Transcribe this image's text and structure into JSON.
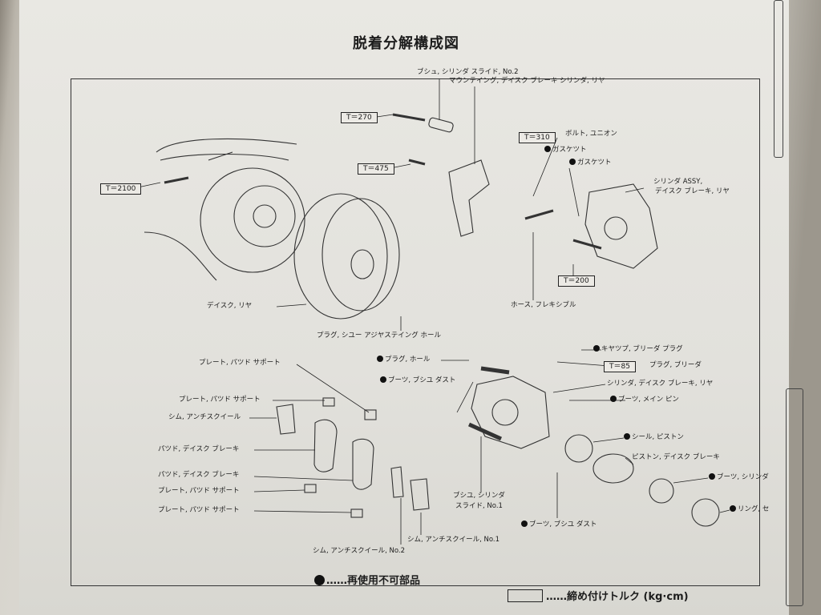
{
  "title": "脱着分解構成図",
  "labels": {
    "bushing_slide_no2": "ブシュ, シリンダ スライド, No.2",
    "mounting": "マウンテイング, デイスク ブレーキ シリンダ, リヤ",
    "bolt_union": "ボルト, ユニオン",
    "gasket1": "ガスケツト",
    "gasket2": "ガスケツト",
    "cyl_assy_1": "シリンダ ASSY,",
    "cyl_assy_2": "デイスク ブレーキ, リヤ",
    "hose": "ホース, フレキシブル",
    "disc": "デイスク, リヤ",
    "plug_shoe": "プラグ, シユー アジヤステイング ホール",
    "plate1": "プレート, パツド サポート",
    "plate2": "プレート, パツド サポート",
    "shim_anti": "シム, アンチスクイール",
    "pad1": "パツド, デイスク ブレーキ",
    "pad2": "パツド, デイスク ブレーキ",
    "plate3": "プレート, パツド サポート",
    "plate4": "プレート, パツド サポート",
    "shim_no2": "シム, アンチスクイール, No.2",
    "shim_no1": "シム, アンチスクイール, No.1",
    "plug_hole": "プラグ, ホール",
    "boot_bush_dust": "ブーツ, ブシユ ダスト",
    "cap_bleeder": "キヤツプ, ブリーダ プラグ",
    "plug_bleeder": "プラグ, ブリーダ",
    "cyl_disc": "シリンダ, デイスク ブレーキ, リヤ",
    "boot_main_pin": "ブーツ, メイン ピン",
    "seal_piston": "シール, ピストン",
    "piston": "ピストン, デイスク ブレーキ",
    "boot_cyl": "ブーツ, シリンダ",
    "ring": "リング, セ",
    "bush_slide_no1_a": "ブシユ, シリンダ",
    "bush_slide_no1_b": "スライド, No.1",
    "boot_bush_dust2": "ブーツ, ブシユ ダスト"
  },
  "torques": {
    "t270": "T＝270",
    "t475": "T＝475",
    "t2100": "T＝2100",
    "t310": "T＝310",
    "t200": "T＝200",
    "t85": "T＝85"
  },
  "legend": {
    "non_reusable": "……再使用不可部品",
    "torque": "……締め付けトルク (kg·cm)"
  }
}
